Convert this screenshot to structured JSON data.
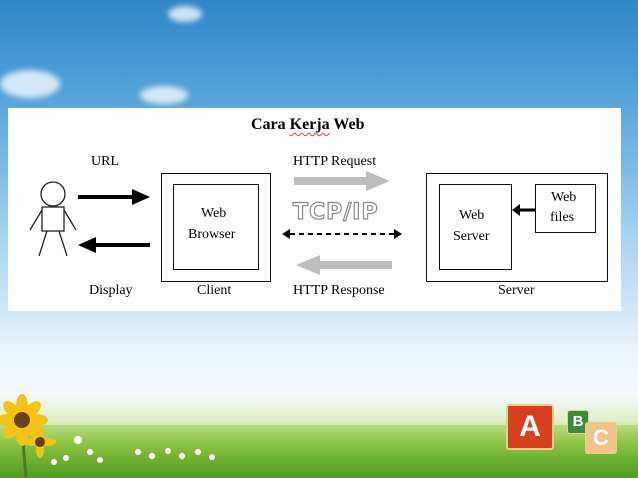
{
  "diagram": {
    "title_prefix": "Cara ",
    "title_underlined": "Kerja",
    "title_suffix": " Web",
    "labels": {
      "url": "URL",
      "display": "Display",
      "client": "Client",
      "server": "Server",
      "http_request": "HTTP Request",
      "http_response": "HTTP Response",
      "tcp_ip": "TCP/IP"
    },
    "nodes": {
      "web_browser": [
        "Web",
        "Browser"
      ],
      "web_server": [
        "Web",
        "Server"
      ],
      "web_files": [
        "Web",
        "files"
      ]
    }
  },
  "decor": {
    "blocks": [
      "A",
      "B",
      "C"
    ]
  }
}
